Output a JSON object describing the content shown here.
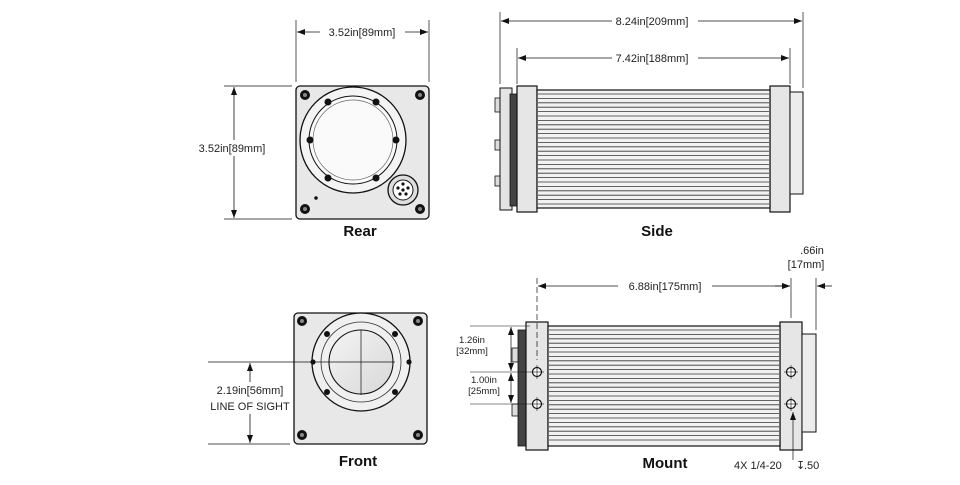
{
  "views": {
    "rear": {
      "title": "Rear",
      "width_dim": "3.52in[89mm]",
      "height_dim": "3.52in[89mm]"
    },
    "side": {
      "title": "Side",
      "overall_dim": "8.24in[209mm]",
      "body_dim": "7.42in[188mm]"
    },
    "front": {
      "title": "Front",
      "los_dim": "2.19in[56mm]",
      "los_label": "LINE OF SIGHT"
    },
    "mount": {
      "title": "Mount",
      "length_dim": "6.88in[175mm]",
      "offset_dim_in": ".66in",
      "offset_dim_mm": "[17mm]",
      "top_dim_in": "1.26in",
      "top_dim_mm": "[32mm]",
      "spacing_dim_in": "1.00in",
      "spacing_dim_mm": "[25mm]",
      "thread_note": "4X 1/4-20",
      "depth_note": ".50"
    }
  }
}
